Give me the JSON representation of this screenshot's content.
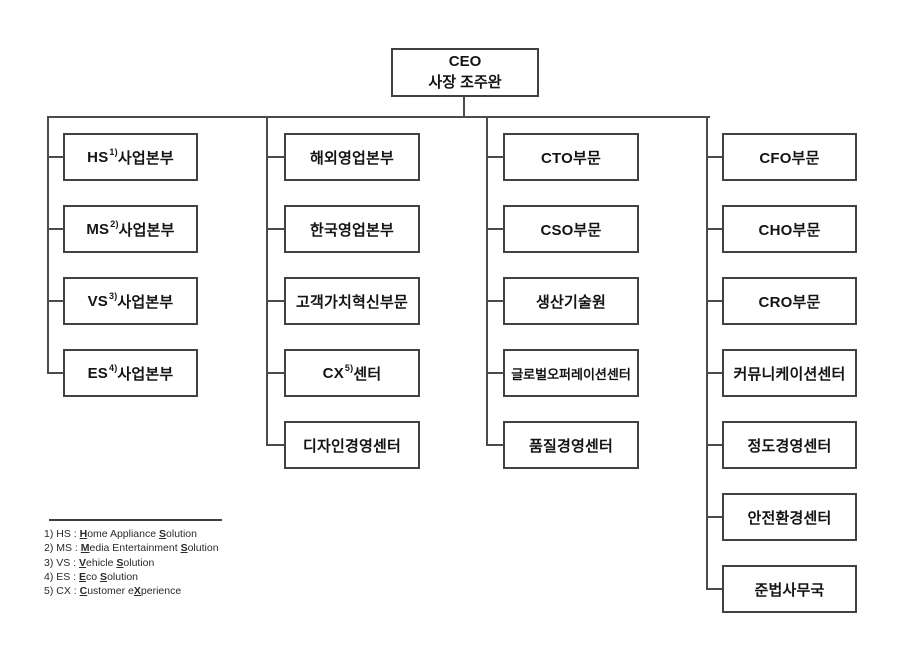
{
  "ceo": {
    "line1": "CEO",
    "line2": "사장 조주완"
  },
  "columns": [
    {
      "name": "business-divisions",
      "items": [
        {
          "pre": "HS",
          "sup": "1)",
          "post": "사업본부"
        },
        {
          "pre": "MS",
          "sup": "2)",
          "post": "사업본부"
        },
        {
          "pre": "VS",
          "sup": "3)",
          "post": "사업본부"
        },
        {
          "pre": "ES",
          "sup": "4)",
          "post": "사업본부"
        }
      ]
    },
    {
      "name": "sales-and-customer",
      "items": [
        {
          "pre": "해외영업본부"
        },
        {
          "pre": "한국영업본부"
        },
        {
          "pre": "고객가치혁신부문"
        },
        {
          "pre": "CX",
          "sup": "5)",
          "post": "센터"
        },
        {
          "pre": "디자인경영센터"
        }
      ]
    },
    {
      "name": "technology-and-operations",
      "items": [
        {
          "pre": "CTO부문"
        },
        {
          "pre": "CSO부문"
        },
        {
          "pre": "생산기술원"
        },
        {
          "pre": "글로벌오퍼레이션센터"
        },
        {
          "pre": "품질경영센터"
        }
      ]
    },
    {
      "name": "corporate-staff",
      "items": [
        {
          "pre": "CFO부문"
        },
        {
          "pre": "CHO부문"
        },
        {
          "pre": "CRO부문"
        },
        {
          "pre": "커뮤니케이션센터"
        },
        {
          "pre": "정도경영센터"
        },
        {
          "pre": "안전환경센터"
        },
        {
          "pre": "준법사무국"
        }
      ]
    }
  ],
  "footnotes": [
    {
      "segments": [
        {
          "t": "1) HS : "
        },
        {
          "t": "H",
          "u": true
        },
        {
          "t": "ome Appliance "
        },
        {
          "t": "S",
          "u": true
        },
        {
          "t": "olution"
        }
      ]
    },
    {
      "segments": [
        {
          "t": "2) MS : "
        },
        {
          "t": "M",
          "u": true
        },
        {
          "t": "edia Entertainment "
        },
        {
          "t": "S",
          "u": true
        },
        {
          "t": "olution"
        }
      ]
    },
    {
      "segments": [
        {
          "t": "3) VS : "
        },
        {
          "t": "V",
          "u": true
        },
        {
          "t": "ehicle "
        },
        {
          "t": "S",
          "u": true
        },
        {
          "t": "olution"
        }
      ]
    },
    {
      "segments": [
        {
          "t": "4) ES : "
        },
        {
          "t": "E",
          "u": true
        },
        {
          "t": "co "
        },
        {
          "t": "S",
          "u": true
        },
        {
          "t": "olution"
        }
      ]
    },
    {
      "segments": [
        {
          "t": "5) CX : "
        },
        {
          "t": "C",
          "u": true
        },
        {
          "t": "ustomer e"
        },
        {
          "t": "X",
          "u": true
        },
        {
          "t": "perience"
        }
      ]
    }
  ],
  "colors": {
    "background": "#ffffff",
    "box_border": "#414141",
    "connector_line": "#4b4b4b",
    "text": "#141414"
  }
}
